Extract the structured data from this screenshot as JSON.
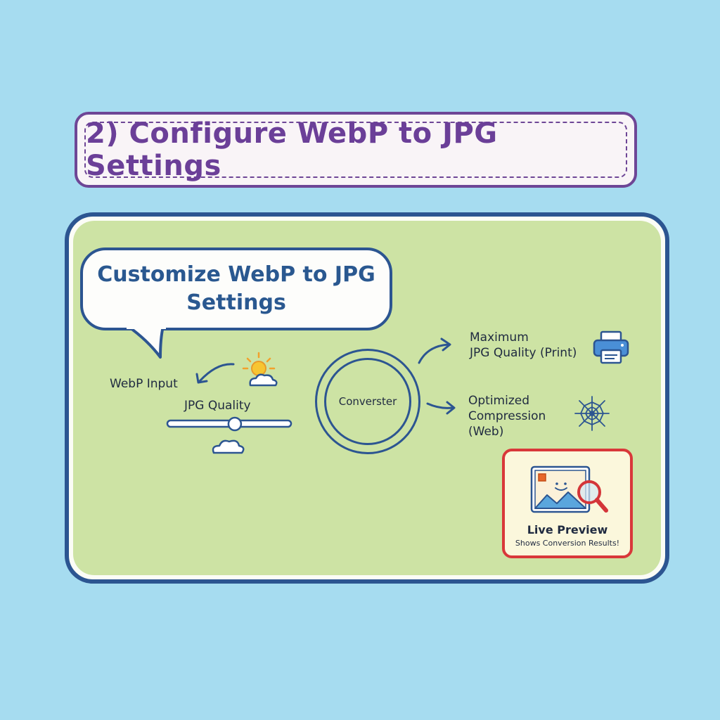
{
  "banner": {
    "title": "2) Configure WebP to JPG Settings"
  },
  "bubble": {
    "line1": "Customize WebP to JPG",
    "line2": "Settings"
  },
  "inputs": {
    "webp_input": "WebP Input",
    "jpg_quality": "JPG Quality",
    "quality_slider_level": 0.55
  },
  "converter": {
    "label": "Converster"
  },
  "outputs": {
    "print_line1": "Maximum",
    "print_line2": "JPG Quality (Print)",
    "web_line1": "Optimized",
    "web_line2": "Compression",
    "web_line3": "(Web)"
  },
  "preview": {
    "title": "Live Preview",
    "subtitle": "Shows Conversion Results!"
  },
  "icons": {
    "sun": "sun-cloud-icon",
    "cloud": "cloud-icon",
    "printer": "printer-icon",
    "web": "spider-web-icon",
    "image": "image-icon",
    "magnifier": "magnifier-icon"
  },
  "colors": {
    "background": "#a6dcf0",
    "banner_text": "#6b3f98",
    "panel_border": "#2c5591",
    "panel_fill": "#cde3a4",
    "preview_border": "#d9383a"
  }
}
